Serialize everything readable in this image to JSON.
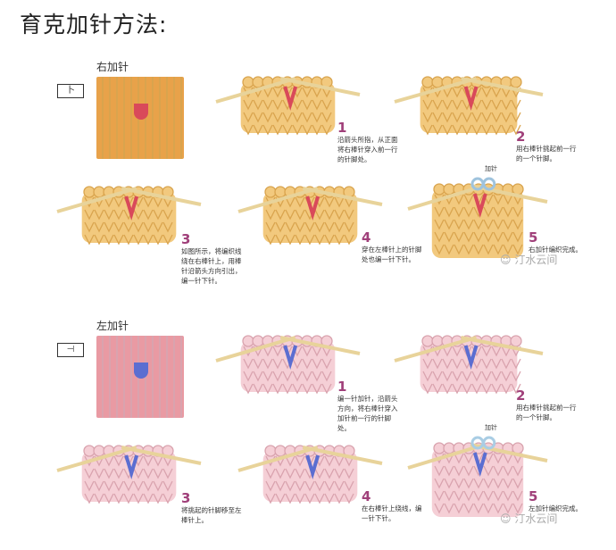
{
  "title": "育克加针方法:",
  "sections": [
    {
      "label": "右加针",
      "symbol": "卜",
      "fabric": "#f2c97e",
      "stitch": "#d9a44e",
      "accent": "#d9495a",
      "new": "#9fc3dd",
      "photo": "#e8a24a",
      "steps": [
        {
          "n": "1",
          "text": "沿箭头所指，从正面将右棒针穿入前一行的针脚处。"
        },
        {
          "n": "2",
          "text": "用右棒针挑起前一行的一个针脚。"
        },
        {
          "n": "3",
          "text": "如图所示，将编织线绕在右棒针上，用棒针沿箭头方向引出，编一针下针。"
        },
        {
          "n": "4",
          "text": "穿在左棒针上的针脚处也编一针下针。"
        },
        {
          "n": "5",
          "text": "右加针编织完成。",
          "tag": "加针"
        }
      ]
    },
    {
      "label": "左加针",
      "symbol": "⊣",
      "fabric": "#f5cfd6",
      "stitch": "#d9a3ae",
      "accent": "#5b6ed1",
      "new": "#a9cde4",
      "photo": "#e99aa3",
      "steps": [
        {
          "n": "1",
          "text": "编一针加针，沿箭头方向，将右棒针穿入加针前一行的针脚处。"
        },
        {
          "n": "2",
          "text": "用右棒针挑起前一行的一个针脚。"
        },
        {
          "n": "3",
          "text": "将挑起的针脚移至左棒针上。"
        },
        {
          "n": "4",
          "text": "在右棒针上绕线，编一针下针。"
        },
        {
          "n": "5",
          "text": "左加针编织完成。",
          "tag": "加针"
        }
      ]
    }
  ],
  "watermark": "汀水云间"
}
